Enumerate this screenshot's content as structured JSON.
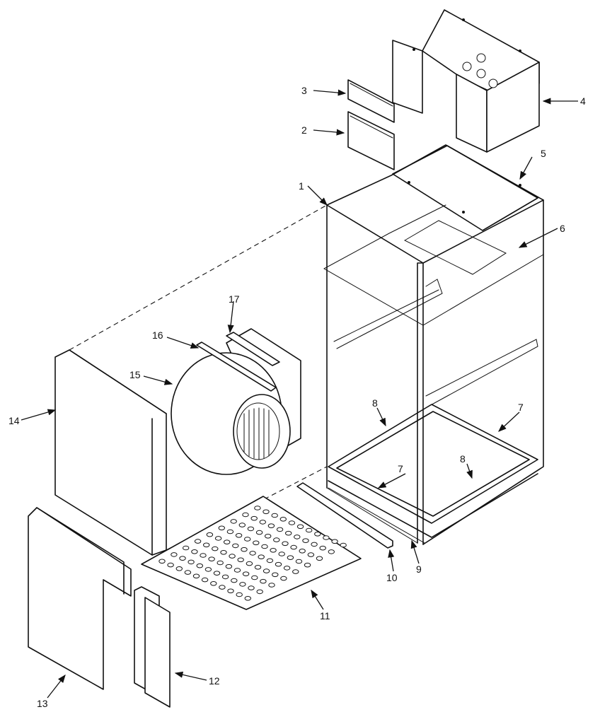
{
  "callouts": {
    "c1": "1",
    "c2": "2",
    "c3": "3",
    "c4": "4",
    "c5": "5",
    "c6": "6",
    "c7a": "7",
    "c7b": "7",
    "c8a": "8",
    "c8b": "8",
    "c9": "9",
    "c10": "10",
    "c11": "11",
    "c12": "12",
    "c13": "13",
    "c14": "14",
    "c15": "15",
    "c16": "16",
    "c17": "17"
  }
}
